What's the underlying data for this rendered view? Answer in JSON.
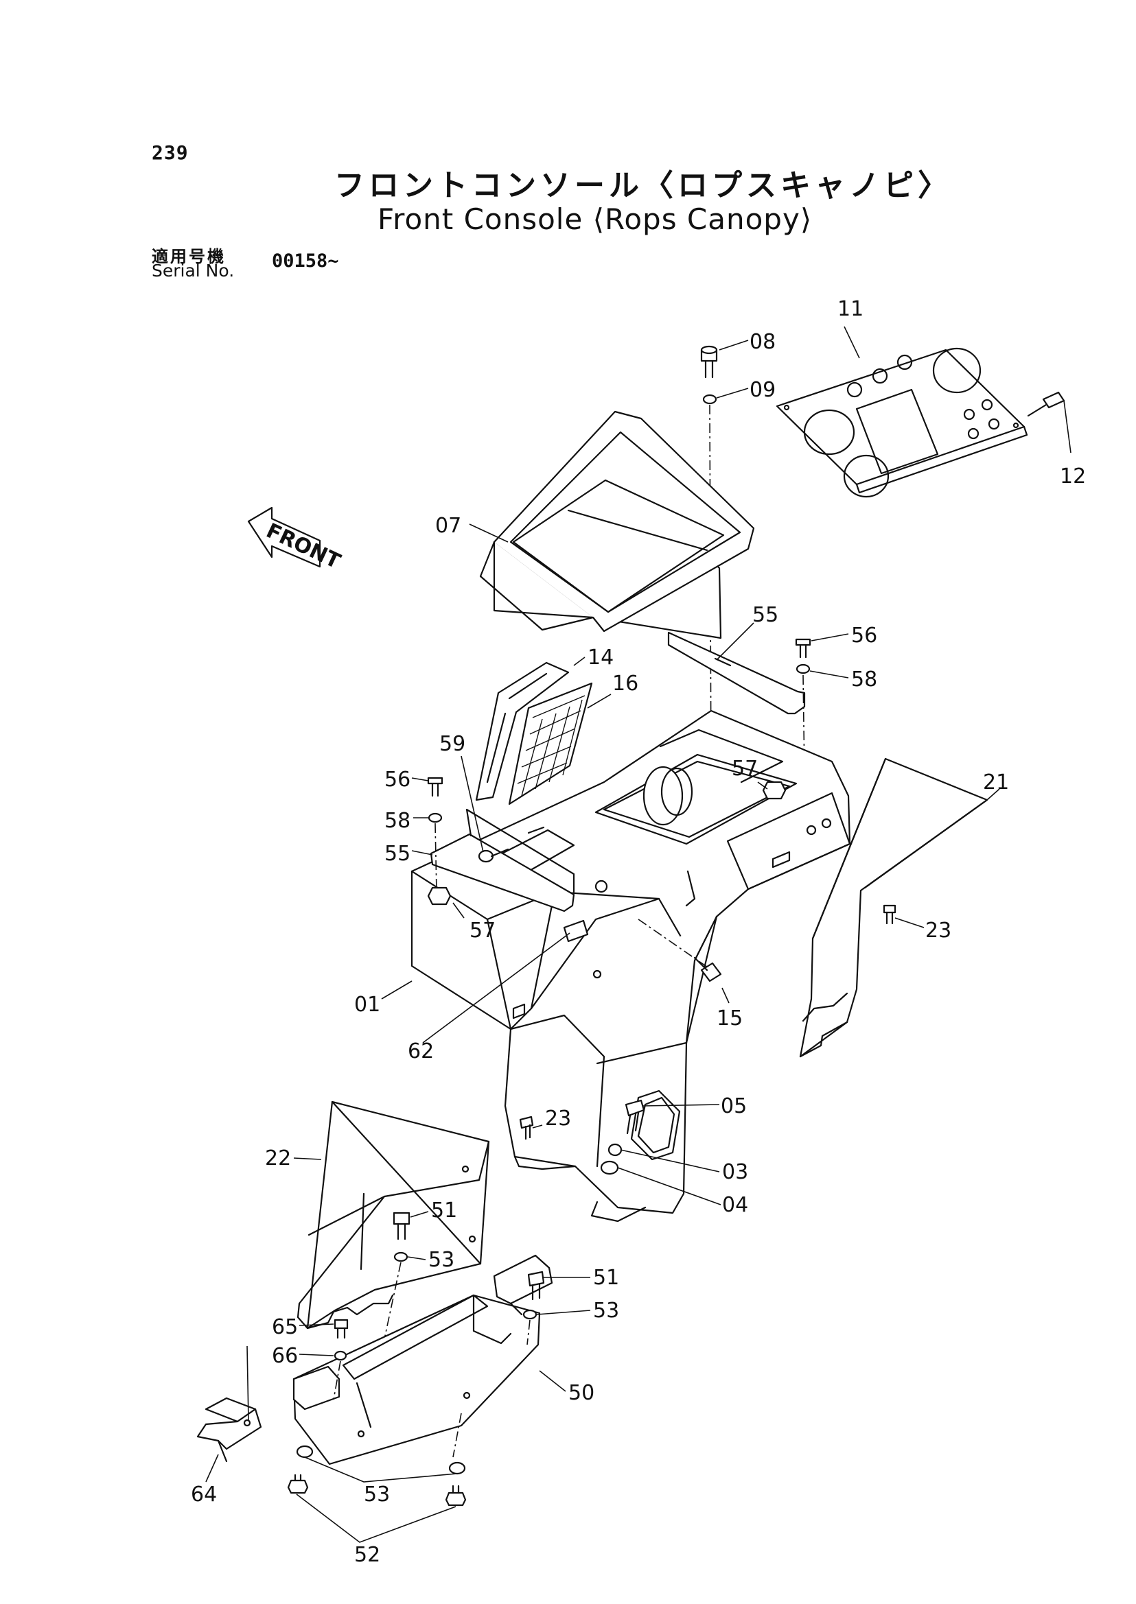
{
  "header": {
    "page_number": "239",
    "title_jp": "フロントコンソール〈ロプスキャノピ〉",
    "title_en": "Front Console ⟨Rops Canopy⟩",
    "serial_label_jp": "適用号機",
    "serial_label_en": "Serial No.",
    "serial_value": "00158~"
  },
  "callouts": [
    "01",
    "03",
    "04",
    "05",
    "07",
    "08",
    "09",
    "11",
    "12",
    "14",
    "15",
    "16",
    "21",
    "22",
    "23",
    "23",
    "50",
    "51",
    "51",
    "52",
    "53",
    "53",
    "53",
    "55",
    "55",
    "56",
    "56",
    "57",
    "57",
    "58",
    "58",
    "59",
    "62",
    "64",
    "65",
    "66"
  ],
  "front_arrow_label": "FRONT"
}
